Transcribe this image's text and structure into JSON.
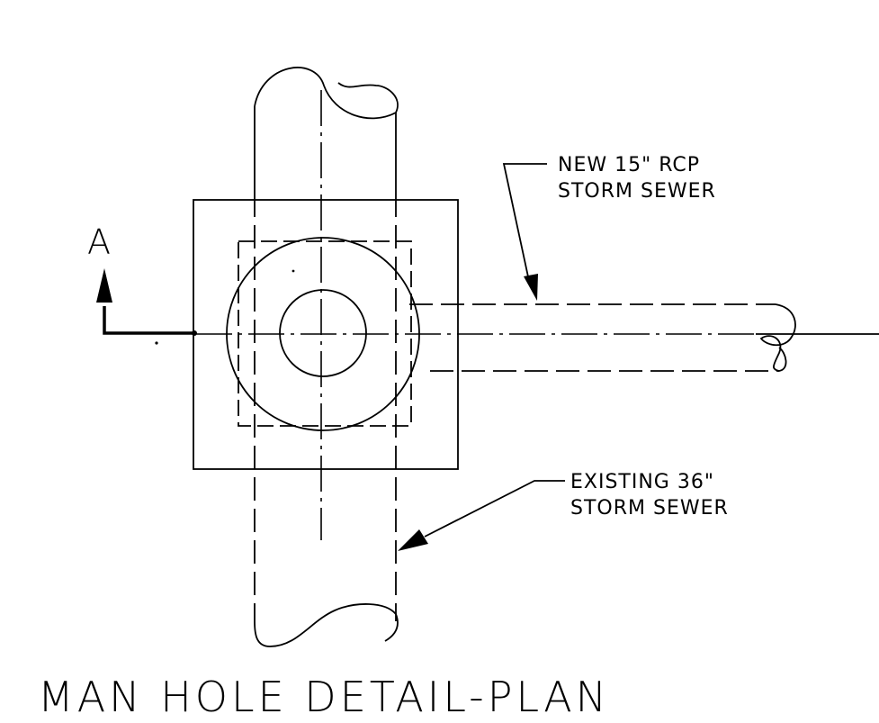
{
  "section_marker": {
    "letter": "A"
  },
  "callouts": {
    "new_sewer": {
      "line1": "NEW 15\" RCP",
      "line2": "STORM SEWER"
    },
    "existing_sewer": {
      "line1": "EXISTING 36\"",
      "line2": "STORM SEWER"
    }
  },
  "title": "MAN HOLE DETAIL-PLAN"
}
